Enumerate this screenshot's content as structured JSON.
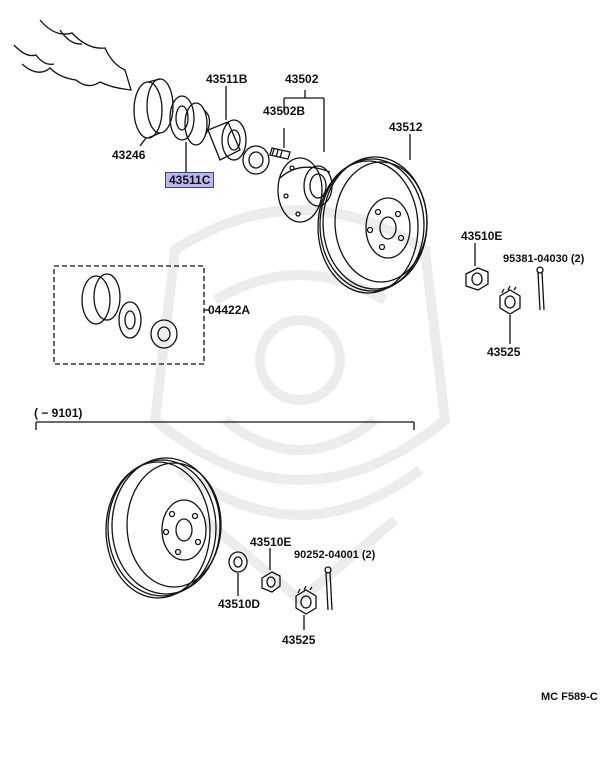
{
  "diagram": {
    "parts": {
      "p43511B": "43511B",
      "p43502": "43502",
      "p43502B": "43502B",
      "p43512": "43512",
      "p43246": "43246",
      "p43511C": "43511C",
      "p43510E_top": "43510E",
      "p95381": "95381-04030 (2)",
      "p04422A": "04422A",
      "p43525_top": "43525",
      "range_label": "( − 9101)",
      "p43510E_bottom": "43510E",
      "p90252": "90252-04001 (2)",
      "p43510D": "43510D",
      "p43525_bottom": "43525"
    },
    "highlighted_part": "43511C",
    "figure_code": "MC F589-C",
    "colors": {
      "highlight_fill": "#b9b9ef",
      "highlight_border": "#3b3bb0",
      "line": "#111111",
      "watermark": "#ececec"
    }
  }
}
